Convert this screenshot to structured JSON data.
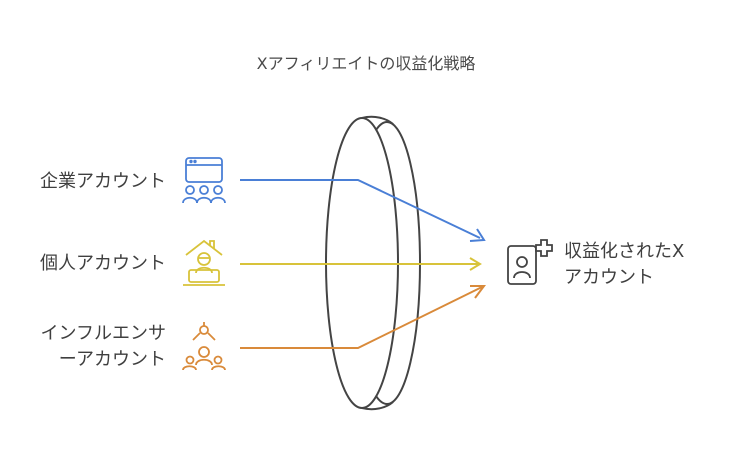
{
  "title": "Xアフィリエイトの収益化戦略",
  "inputs": [
    {
      "label": "企業アカウント",
      "icon": "building-people-icon",
      "color": "#4a7fd6"
    },
    {
      "label": "個人アカウント",
      "icon": "person-laptop-home-icon",
      "color": "#d8c33a"
    },
    {
      "label_line1": "インフルエンサ",
      "label_line2": "ーアカウント",
      "icon": "influencer-network-icon",
      "color": "#d98a3a"
    }
  ],
  "output": {
    "label_line1": "収益化されたX",
    "label_line2": "アカウント",
    "icon": "profile-add-icon"
  },
  "lens_icon": "lens-icon"
}
